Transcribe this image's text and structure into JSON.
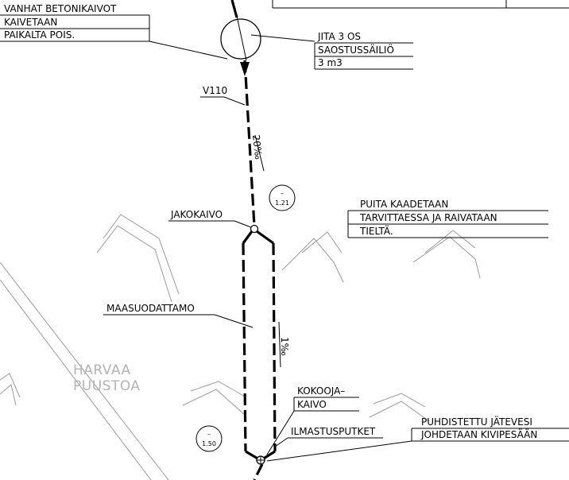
{
  "labels": {
    "vanhat_line1": "VANHAT BETONIKAIVOT",
    "vanhat_line2": "KAIVETAAN",
    "vanhat_line3": "PAIKALTA POIS.",
    "jita_line1": "JITA 3 OS",
    "jita_line2": "SAOSTUSSÄILIÖ",
    "jita_line3": "3 m3",
    "v110": "V110",
    "slope_top": "20‰",
    "jakokaivo": "JAKOKAIVO",
    "puita_line1": "PUITA KAADETAAN",
    "puita_line2": "TARVITTAESSA JA RAIVATAAN",
    "puita_line3": "TIELTÄ.",
    "maasuodattamo": "MAASUODATTAMO",
    "slope_bottom": "1‰",
    "harvaa_line1": "HARVAA",
    "harvaa_line2": "PUUSTOA",
    "kokooja_line1": "KOKOOJA–",
    "kokooja_line2": "KAIVO",
    "ilmastusputket": "ILMASTUSPUTKET",
    "puhdistettu_line1": "PUHDISTETTU JÄTEVESI",
    "puhdistettu_line2": "JOHDETAAN KIVIPESÄÄN"
  },
  "elevations": {
    "top_dash": "–",
    "top_value": "1.21",
    "bottom_dash": "–",
    "bottom_value": "1.50"
  }
}
